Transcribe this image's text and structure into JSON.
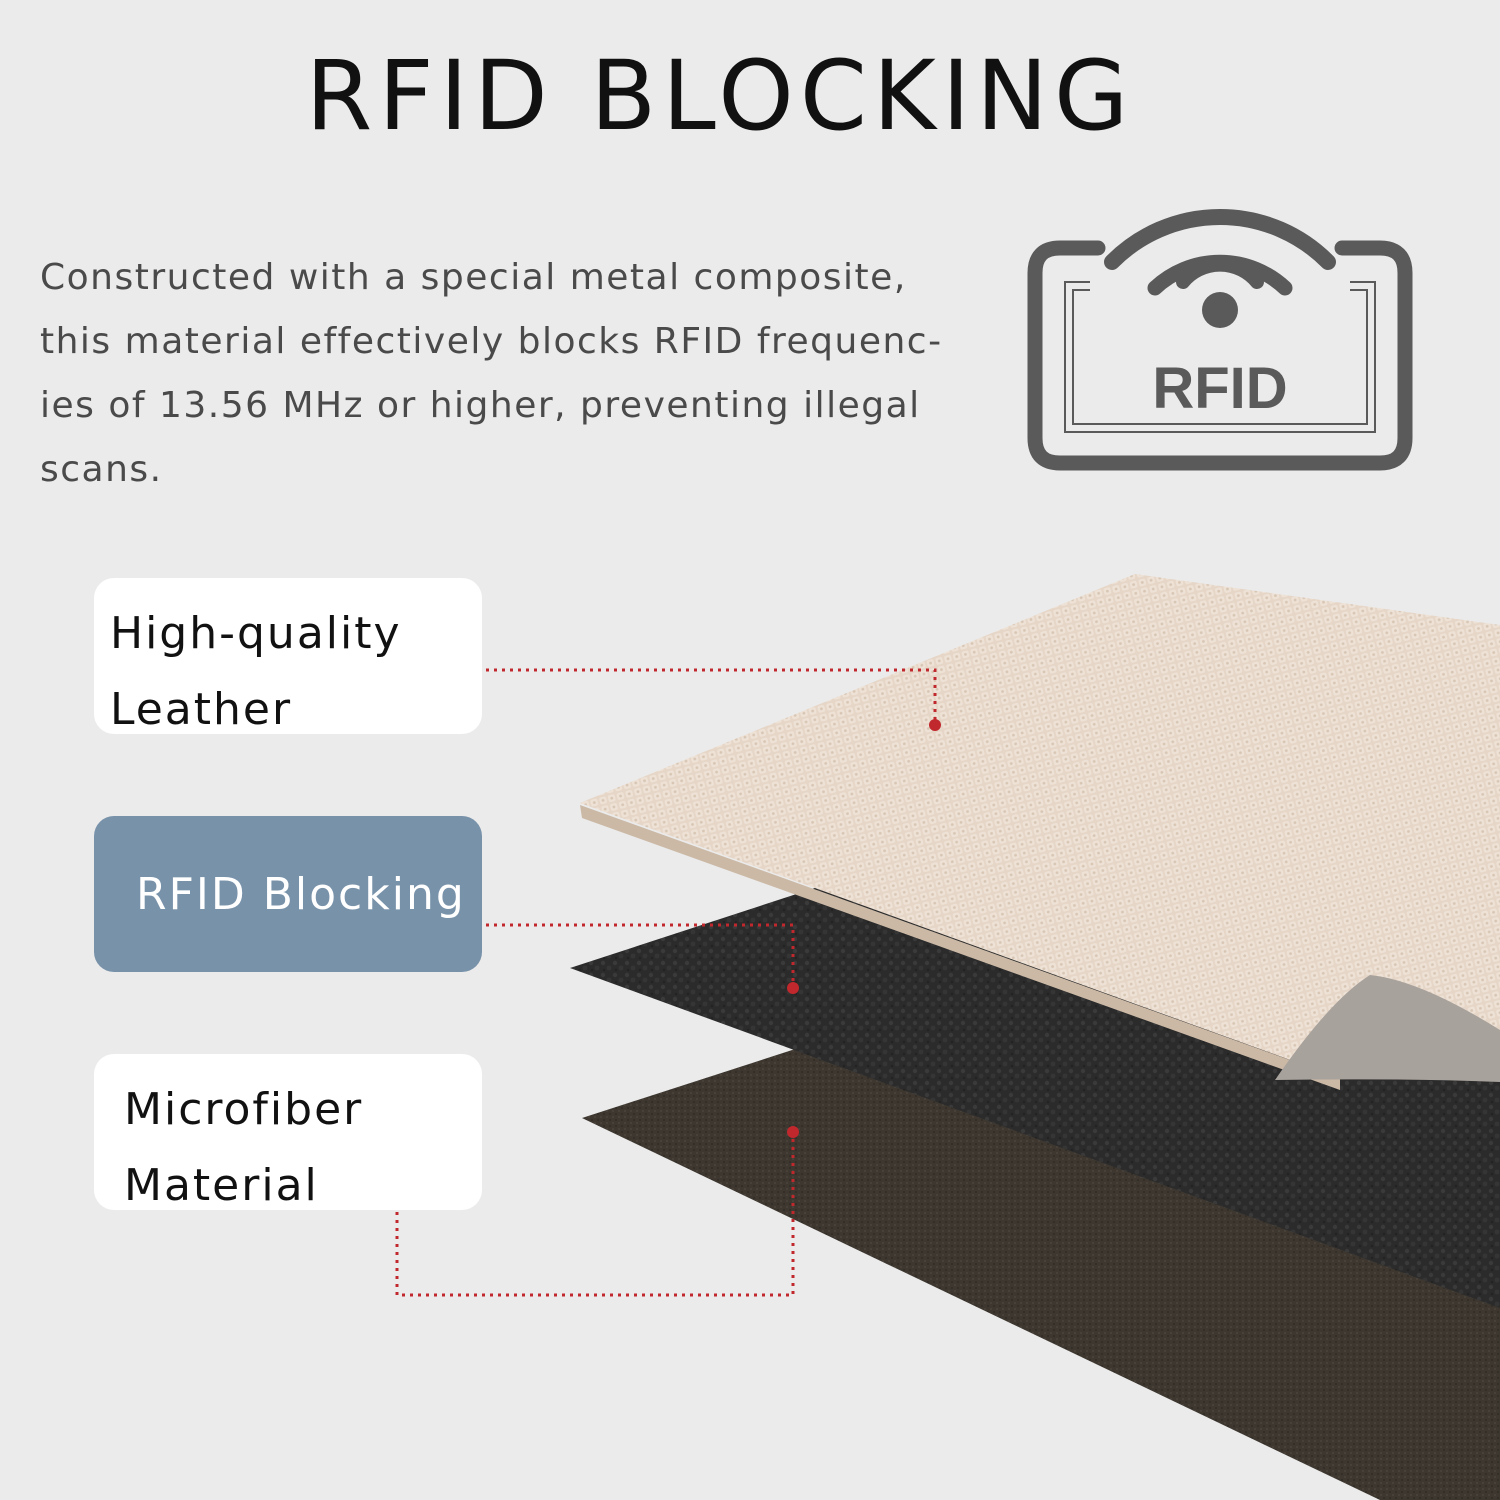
{
  "heading": "RFID BLOCKING",
  "description": {
    "lines": [
      "Constructed with a special metal composite,",
      "this material effectively blocks RFID frequenc-",
      "ies of 13.56 MHz or higher, preventing illegal",
      "scans."
    ]
  },
  "logo": {
    "text": "RFID",
    "icon": "rfid-signal-card-icon",
    "color": "#5a5a5a"
  },
  "layers": [
    {
      "name": "leather",
      "label_lines": [
        "High-quality",
        "Leather"
      ],
      "color": "#e6d6c7"
    },
    {
      "name": "rfid-blocking",
      "label_lines": [
        "RFID Blocking"
      ],
      "color": "#2a2a2a",
      "label_bg": "#7892aa"
    },
    {
      "name": "microfiber",
      "label_lines": [
        "Microfiber",
        "Material"
      ],
      "color": "#3d3730"
    }
  ],
  "colors": {
    "background": "#ebebeb",
    "leader_line": "#c0282d",
    "label_box": "#ffffff"
  }
}
